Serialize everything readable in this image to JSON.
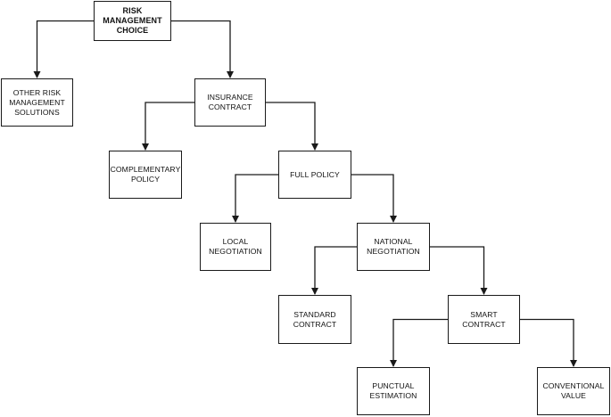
{
  "diagram": {
    "nodes": {
      "root": "RISK\nMANAGEMENT\nCHOICE",
      "other": "OTHER RISK\nMANAGEMENT\nSOLUTIONS",
      "insurance": "INSURANCE\nCONTRACT",
      "complementary": "COMPLEMENTARY\nPOLICY",
      "full": "FULL POLICY",
      "local": "LOCAL\nNEGOTIATION",
      "national": "NATIONAL\nNEGOTIATION",
      "standard": "STANDARD\nCONTRACT",
      "smart": "SMART\nCONTRACT",
      "punctual": "PUNCTUAL\nESTIMATION",
      "conventional": "CONVENTIONAL\nVALUE"
    },
    "edges": [
      [
        "root",
        "other"
      ],
      [
        "root",
        "insurance"
      ],
      [
        "insurance",
        "complementary"
      ],
      [
        "insurance",
        "full"
      ],
      [
        "full",
        "local"
      ],
      [
        "full",
        "national"
      ],
      [
        "national",
        "standard"
      ],
      [
        "national",
        "smart"
      ],
      [
        "smart",
        "punctual"
      ],
      [
        "smart",
        "conventional"
      ]
    ],
    "line_color": "#1a1a1a"
  }
}
